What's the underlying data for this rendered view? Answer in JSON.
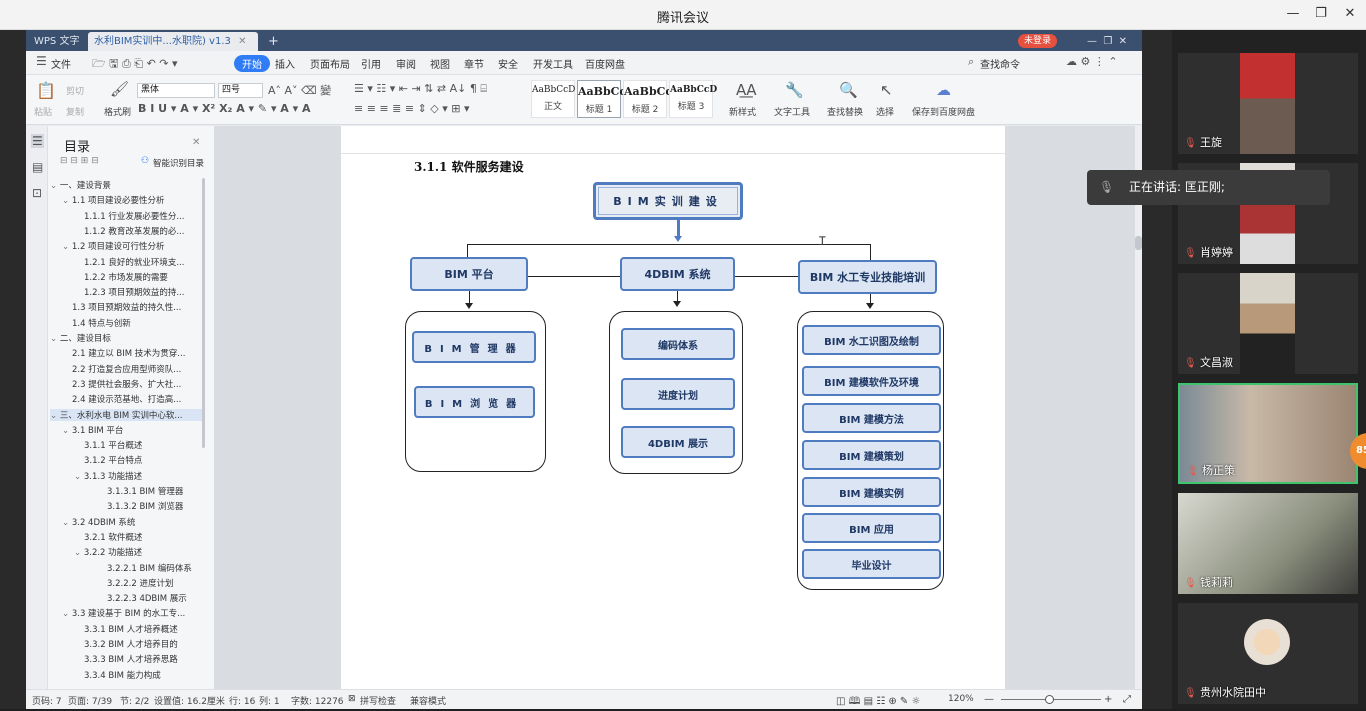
{
  "window_title": "腾讯会议",
  "window_buttons": [
    "—",
    "❐",
    "✕"
  ],
  "wps": {
    "tabs": {
      "app": "WPS 文字",
      "doc": "水利BIM实训中...水职院) v1.3",
      "new": "+"
    },
    "login_badge": "未登录",
    "menu": [
      "文件",
      "开始",
      "插入",
      "页面布局",
      "引用",
      "审阅",
      "视图",
      "章节",
      "安全",
      "开发工具",
      "百度网盘"
    ],
    "search_cmd": "查找命令",
    "ribbon": {
      "paste": "粘贴",
      "cut": "剪切",
      "copy": "复制",
      "format_painter": "格式刷",
      "font": "黑体",
      "size": "四号",
      "styles": [
        {
          "sample": "AaBbCcD",
          "name": "正文"
        },
        {
          "sample": "AaBbCc",
          "name": "标题 1"
        },
        {
          "sample": "AaBbCc",
          "name": "标题 2"
        },
        {
          "sample": "AaBbCcD",
          "name": "标题 3"
        }
      ],
      "new_style": "新样式",
      "text_tools": "文字工具",
      "find_replace": "查找替换",
      "select": "选择",
      "save_baidu": "保存到百度网盘"
    },
    "toc": {
      "title": "目录",
      "smart": "智能识别目录",
      "items": [
        {
          "text": "一、建设背景",
          "level": 0,
          "x": 36
        },
        {
          "text": "1.1 项目建设必要性分析",
          "level": 1,
          "x": 48
        },
        {
          "text": "1.1.1 行业发展必要性分...",
          "level": 2,
          "x": 70
        },
        {
          "text": "1.1.2 教育改革发展的必...",
          "level": 2,
          "x": 70
        },
        {
          "text": "1.2 项目建设可行性分析",
          "level": 1,
          "x": 48
        },
        {
          "text": "1.2.1 良好的就业环境支...",
          "level": 2,
          "x": 70
        },
        {
          "text": "1.2.2 市场发展的需要",
          "level": 2,
          "x": 70
        },
        {
          "text": "1.2.3 项目预期效益的持...",
          "level": 2,
          "x": 70
        },
        {
          "text": "1.3 项目预期效益的持久性...",
          "level": 1,
          "x": 58
        },
        {
          "text": "1.4 特点与创新",
          "level": 1,
          "x": 58
        },
        {
          "text": "二、建设目标",
          "level": 0,
          "x": 36
        },
        {
          "text": "2.1 建立以 BIM 技术为贯穿...",
          "level": 1,
          "x": 58
        },
        {
          "text": "2.2 打造复合应用型师资队...",
          "level": 1,
          "x": 58
        },
        {
          "text": "2.3 提供社会服务、扩大社...",
          "level": 1,
          "x": 58
        },
        {
          "text": "2.4 建设示范基地、打造高...",
          "level": 1,
          "x": 58
        },
        {
          "text": "三、水利水电 BIM 实训中心软...",
          "level": 0,
          "x": 36
        },
        {
          "text": "3.1 BIM 平台",
          "level": 1,
          "x": 48
        },
        {
          "text": "3.1.1 平台概述",
          "level": 2,
          "x": 70
        },
        {
          "text": "3.1.2 平台特点",
          "level": 2,
          "x": 70
        },
        {
          "text": "3.1.3 功能描述",
          "level": 2,
          "x": 60
        },
        {
          "text": "3.1.3.1 BIM 管理器",
          "level": 3,
          "x": 81
        },
        {
          "text": "3.1.3.2 BIM 浏览器",
          "level": 3,
          "x": 81
        },
        {
          "text": "3.2 4DBIM 系统",
          "level": 1,
          "x": 48
        },
        {
          "text": "3.2.1 软件概述",
          "level": 2,
          "x": 70
        },
        {
          "text": "3.2.2 功能描述",
          "level": 2,
          "x": 60
        },
        {
          "text": "3.2.2.1 BIM 编码体系",
          "level": 3,
          "x": 81
        },
        {
          "text": "3.2.2.2 进度计划",
          "level": 3,
          "x": 81
        },
        {
          "text": "3.2.2.3 4DBIM 展示",
          "level": 3,
          "x": 81
        },
        {
          "text": "3.3 建设基于 BIM 的水工专...",
          "level": 1,
          "x": 48
        },
        {
          "text": "3.3.1 BIM 人才培养概述",
          "level": 2,
          "x": 70
        },
        {
          "text": "3.3.2 BIM 人才培养目的",
          "level": 2,
          "x": 70
        },
        {
          "text": "3.3.3 BIM 人才培养思路",
          "level": 2,
          "x": 70
        },
        {
          "text": "3.3.4 BIM 能力构成",
          "level": 2,
          "x": 70
        }
      ]
    },
    "doc": {
      "heading": "3.1.1 软件服务建设",
      "top_box": "BIM实训建设",
      "columns": [
        {
          "title": "BIM 平台",
          "items": [
            "BIM管理器",
            "BIM浏览器"
          ]
        },
        {
          "title": "4DBIM 系统",
          "items": [
            "编码体系",
            "进度计划",
            "4DBIM 展示"
          ]
        },
        {
          "title": "BIM 水工专业技能培训",
          "items": [
            "BIM 水工识图及绘制",
            "BIM 建模软件及环境",
            "BIM 建模方法",
            "BIM 建模策划",
            "BIM 建模实例",
            "BIM 应用",
            "毕业设计"
          ]
        }
      ]
    },
    "status": {
      "page_no": "页码: 7",
      "pages": "页面: 7/39",
      "section": "节: 2/2",
      "setting": "设置值: 16.2厘米",
      "row": "行: 16",
      "col": "列: 1",
      "words": "字数: 12276",
      "spell": "拼写检查",
      "compat": "兼容模式",
      "zoom": "120%"
    }
  },
  "meeting": {
    "speaking": "正在讲话: 匡正刚;",
    "participants": [
      "王旋",
      "肖婷婷",
      "文昌淑",
      "杨正策",
      "钱莉莉",
      "贵州水院田中"
    ],
    "badge": "85"
  }
}
